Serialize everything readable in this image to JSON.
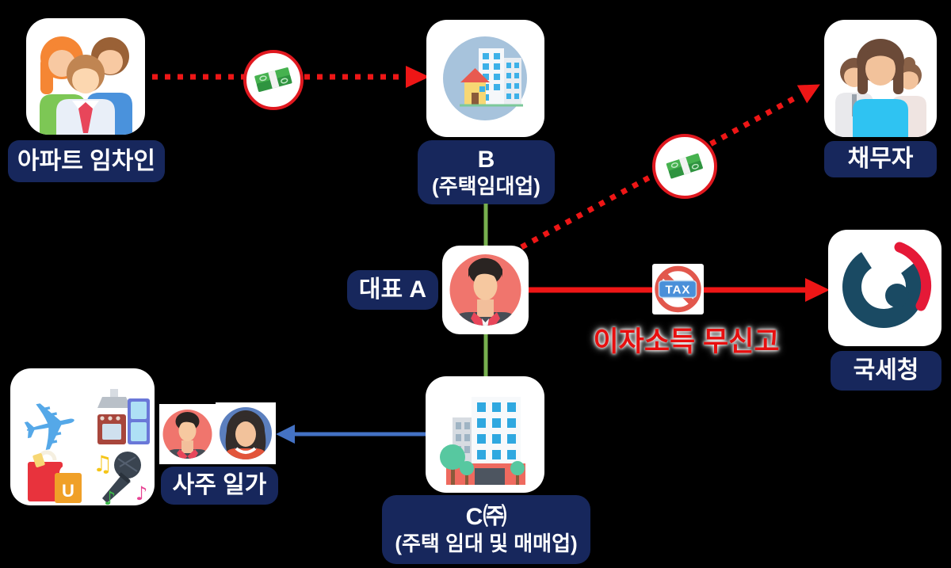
{
  "diagram": {
    "background": "#000000",
    "colors": {
      "label_bg": "#17275c",
      "label_text": "#ffffff",
      "arrow_red": "#ee1616",
      "line_green": "#77b04f",
      "arrow_blue": "#4472c4",
      "warning_text": "#e80f0f",
      "money_ring": "#e0181f",
      "nts_dark": "#1a4a63",
      "nts_red": "#e51937"
    },
    "nodes": {
      "tenants": {
        "label": "아파트 임차인"
      },
      "company_b": {
        "label_line1": "B",
        "label_line2": "(주택임대업)"
      },
      "debtors": {
        "label": "채무자"
      },
      "rep_a": {
        "label": "대표 A"
      },
      "nts": {
        "label": "국세청"
      },
      "company_c": {
        "label_line1": "C㈜",
        "label_line2": "(주택 임대 및 매매업)"
      },
      "family": {
        "label": "사주 일가"
      }
    },
    "annotations": {
      "no_report": "이자소득 무신고",
      "tax_badge": "TAX"
    },
    "icons": {
      "airplane_glyph": "✈",
      "music_note_glyph": "♪",
      "double_note_glyph": "♫",
      "bag_letter": "U"
    },
    "edges": [
      {
        "from": "아파트 임차인",
        "to": "B",
        "style": "red-dotted-arrow",
        "icon": "money"
      },
      {
        "from": "대표 A",
        "to": "채무자",
        "style": "red-dotted-arrow",
        "icon": "money"
      },
      {
        "from": "B",
        "to": "대표 A",
        "style": "green-solid"
      },
      {
        "from": "대표 A",
        "to": "C㈜",
        "style": "green-solid"
      },
      {
        "from": "대표 A",
        "to": "국세청",
        "style": "red-solid-arrow",
        "label": "이자소득 무신고",
        "icon": "tax-ban"
      },
      {
        "from": "C㈜",
        "to": "사주 일가",
        "style": "blue-solid-arrow"
      }
    ]
  }
}
